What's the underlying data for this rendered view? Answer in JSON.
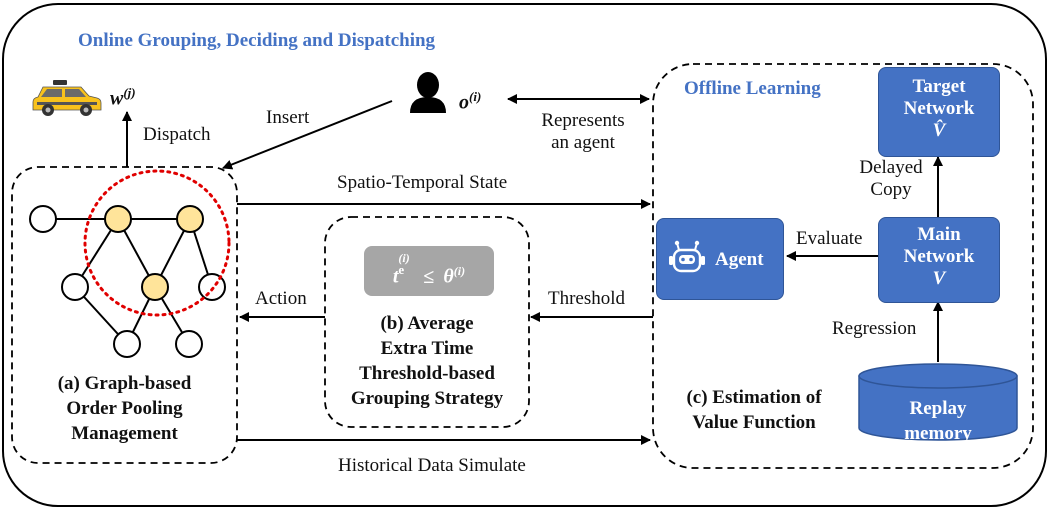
{
  "titles": {
    "online": "Online Grouping, Deciding and Dispatching",
    "offline": "Offline Learning"
  },
  "entities": {
    "worker": "w",
    "worker_sup": "(j)",
    "order": "o",
    "order_sup": "(i)"
  },
  "edges": {
    "dispatch": "Dispatch",
    "insert": "Insert",
    "represents_1": "Represents",
    "represents_2": "an agent",
    "spatio_temporal": "Spatio-Temporal State",
    "action": "Action",
    "threshold": "Threshold",
    "historical": "Historical Data Simulate",
    "evaluate": "Evaluate",
    "delayed_1": "Delayed",
    "delayed_2": "Copy",
    "regression": "Regression"
  },
  "modules": {
    "a": [
      "(a) Graph-based",
      "Order Pooling",
      "Management"
    ],
    "b": [
      "(b) Average",
      "Extra Time",
      "Threshold-based",
      "Grouping Strategy"
    ],
    "c": [
      "(c) Estimation of",
      "Value Function"
    ]
  },
  "formula": {
    "t": "t",
    "t_sub": "e",
    "t_sup": "(i)",
    "op": "≤",
    "theta": "θ",
    "theta_sup": "(i)"
  },
  "boxes": {
    "agent": "Agent",
    "target": [
      "Target",
      "Network"
    ],
    "target_var": "V̂",
    "main": [
      "Main",
      "Network"
    ],
    "main_var": "V",
    "replay": [
      "Replay",
      "memory"
    ]
  },
  "icons": [
    "taxi-icon",
    "person-icon",
    "robot-icon"
  ]
}
